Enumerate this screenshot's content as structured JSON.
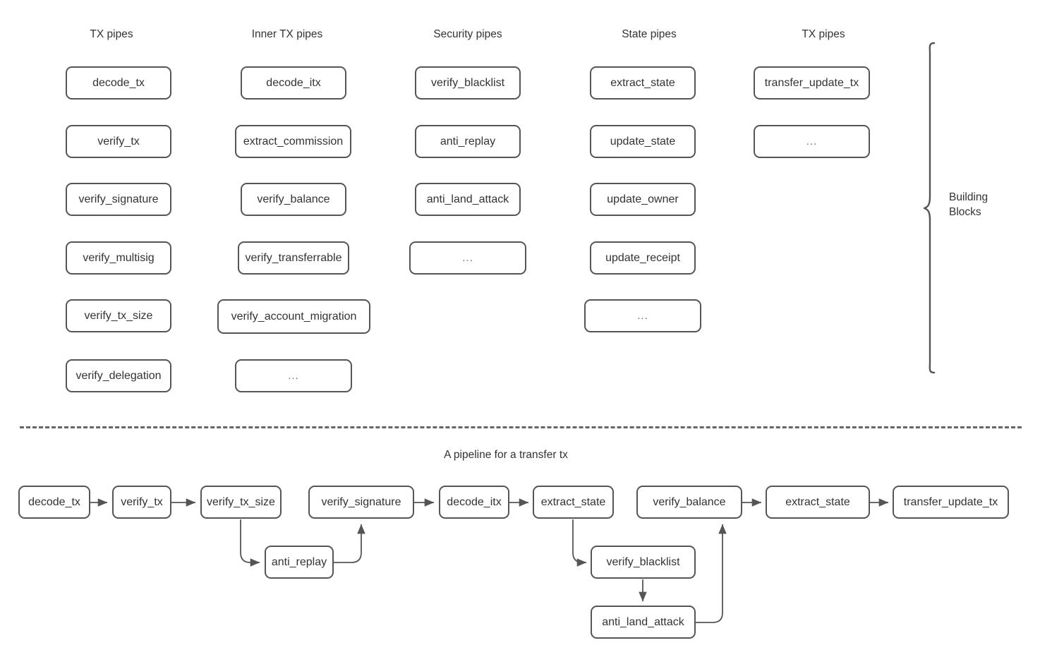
{
  "diagram": {
    "title_bottom": "A pipeline for a transfer tx",
    "brace_label": "Building\nBlocks",
    "colors": {
      "node_border": "#555555",
      "node_fill": "#ffffff",
      "text": "#333333",
      "connector": "#666666",
      "divider": "#666666"
    },
    "columns": [
      {
        "header": "TX pipes",
        "nodes": [
          "decode_tx",
          "verify_tx",
          "verify_signature",
          "verify_multisig",
          "verify_tx_size",
          "verify_delegation"
        ]
      },
      {
        "header": "Inner TX pipes",
        "nodes": [
          "decode_itx",
          "extract_commission",
          "verify_balance",
          "verify_transferrable",
          "verify_account_migration",
          "..."
        ]
      },
      {
        "header": "Security pipes",
        "nodes": [
          "verify_blacklist",
          "anti_replay",
          "anti_land_attack",
          "..."
        ]
      },
      {
        "header": "State pipes",
        "nodes": [
          "extract_state",
          "update_state",
          "update_owner",
          "update_receipt",
          "..."
        ]
      },
      {
        "header": "TX pipes",
        "nodes": [
          "transfer_update_tx",
          "..."
        ]
      }
    ],
    "pipeline": {
      "main_chain": [
        "decode_tx",
        "verify_tx",
        "verify_tx_size",
        "verify_signature",
        "decode_itx",
        "extract_state",
        "verify_balance",
        "extract_state",
        "transfer_update_tx"
      ],
      "branch_nodes": [
        "anti_replay",
        "verify_blacklist",
        "anti_land_attack"
      ],
      "edges": [
        {
          "from": "decode_tx",
          "to": "verify_tx"
        },
        {
          "from": "verify_tx",
          "to": "verify_tx_size"
        },
        {
          "from": "verify_tx_size",
          "to": "anti_replay"
        },
        {
          "from": "anti_replay",
          "to": "verify_signature"
        },
        {
          "from": "verify_signature",
          "to": "decode_itx"
        },
        {
          "from": "decode_itx",
          "to": "extract_state"
        },
        {
          "from": "extract_state",
          "to": "verify_blacklist"
        },
        {
          "from": "verify_blacklist",
          "to": "anti_land_attack"
        },
        {
          "from": "anti_land_attack",
          "to": "verify_balance"
        },
        {
          "from": "verify_balance",
          "to": "extract_state"
        },
        {
          "from": "extract_state",
          "to": "transfer_update_tx"
        }
      ]
    }
  }
}
